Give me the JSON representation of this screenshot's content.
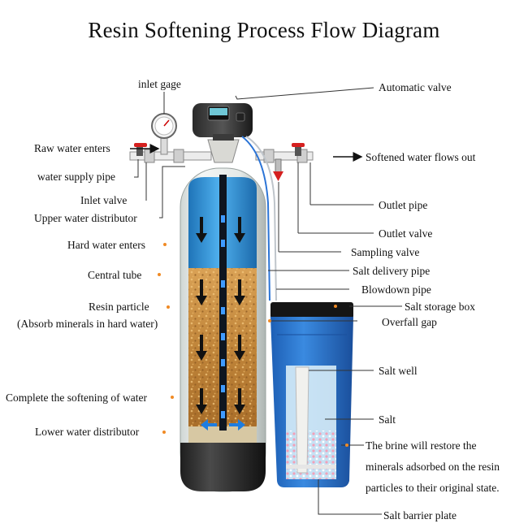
{
  "title": "Resin Softening Process Flow Diagram",
  "colors": {
    "tank_water": "#2d8fd6",
    "resin": "#c98a3a",
    "brine_box": "#2a6fc4",
    "leader_orange": "#f08a24",
    "arrow_blue": "#1e7de0"
  },
  "labels": {
    "inlet_gage": "inlet gage",
    "automatic_valve": "Automatic valve",
    "raw_water_enters": "Raw water enters",
    "softened_water_flows_out": "Softened water flows out",
    "water_supply_pipe": "water supply pipe",
    "inlet_valve": "Inlet valve",
    "outlet_pipe": "Outlet pipe",
    "upper_water_distributor": "Upper water distributor",
    "outlet_valve": "Outlet valve",
    "hard_water_enters": "Hard water enters",
    "sampling_valve": "Sampling valve",
    "salt_delivery_pipe": "Salt delivery pipe",
    "central_tube": "Central tube",
    "blowdown_pipe": "Blowdown pipe",
    "resin_particle": "Resin particle",
    "salt_storage_box": "Salt storage box",
    "absorb_minerals": "(Absorb minerals in hard water)",
    "overfall_gap": "Overfall gap",
    "salt_well": "Salt well",
    "complete_softening": "Complete the softening of water",
    "salt": "Salt",
    "lower_water_distributor": "Lower water distributor",
    "brine_restore_1": "The brine will restore the",
    "brine_restore_2": "minerals adsorbed on the resin",
    "brine_restore_3": "particles to their original state.",
    "salt_barrier_plate": "Salt barrier plate"
  }
}
